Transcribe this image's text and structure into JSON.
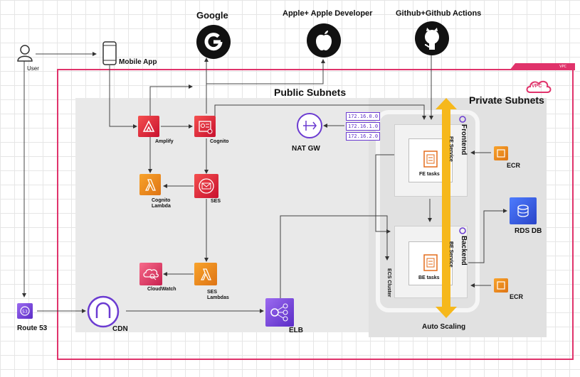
{
  "external": {
    "google": "Google",
    "apple": "Apple+ Apple Developer",
    "github": "Github+Github Actions",
    "user": "User",
    "mobile_app": "Mobile App"
  },
  "vpc": {
    "tag": "VPC",
    "badge": "VPC",
    "public_subnets": "Public Subnets",
    "private_subnets": "Private Subnets"
  },
  "public": {
    "amplify": "Amplify",
    "cognito": "Cognito",
    "cognito_lambda": "Cognito\nLambda",
    "ses": "SES",
    "ses_lambdas": "SES\nLambdas",
    "cloudwatch": "CloudWatch",
    "nat_gw": "NAT GW",
    "elb": "ELB",
    "cdn": "CDN",
    "route53": "Route 53"
  },
  "subnets": [
    "172.16.0.0",
    "172.16.1.0",
    "172.16.2.0"
  ],
  "private": {
    "frontend": "Frontend",
    "fe_service": "FE Service",
    "fe_tasks": "FE tasks",
    "backend": "Backend",
    "be_service": "BE Service",
    "be_tasks": "BE tasks",
    "ecs_cluster": "ECS Cluster",
    "auto_scaling": "Auto Scaling",
    "ecr_top": "ECR",
    "ecr_bottom": "ECR",
    "rds_db": "RDS DB"
  },
  "colors": {
    "vpc_border": "#e0336b",
    "amplify": "#e5383b",
    "lambda": "#f08a22",
    "elb": "#8c4fff",
    "route53": "#8c4fff",
    "rds": "#3b63f0",
    "auto_scaling_bar": "#f6b81c",
    "subnet_tag": "#6b3bd1"
  },
  "icons": {
    "user": "user-icon",
    "mobile": "mobile-phone-icon",
    "google": "google-g-icon",
    "apple": "apple-logo-icon",
    "github": "github-octocat-icon",
    "amplify": "amplify-icon",
    "cognito": "cognito-icon",
    "lambda": "lambda-icon",
    "ses": "ses-envelope-icon",
    "cloudwatch": "cloudwatch-icon",
    "nat": "nat-gateway-icon",
    "elb": "load-balancer-icon",
    "cdn": "cloudfront-cdn-icon",
    "route53": "route53-icon",
    "ecr": "ecr-icon",
    "rds": "rds-database-icon",
    "ecs": "ecs-icon",
    "task": "ecs-task-icon",
    "vpc": "vpc-cloud-icon"
  }
}
